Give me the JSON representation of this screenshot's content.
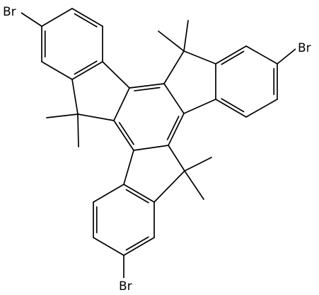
{
  "molecule": {
    "atom_labels": [
      {
        "id": "br-top-left",
        "text": "Br"
      },
      {
        "id": "br-right",
        "text": "Br"
      },
      {
        "id": "br-bottom",
        "text": "Br"
      }
    ]
  }
}
